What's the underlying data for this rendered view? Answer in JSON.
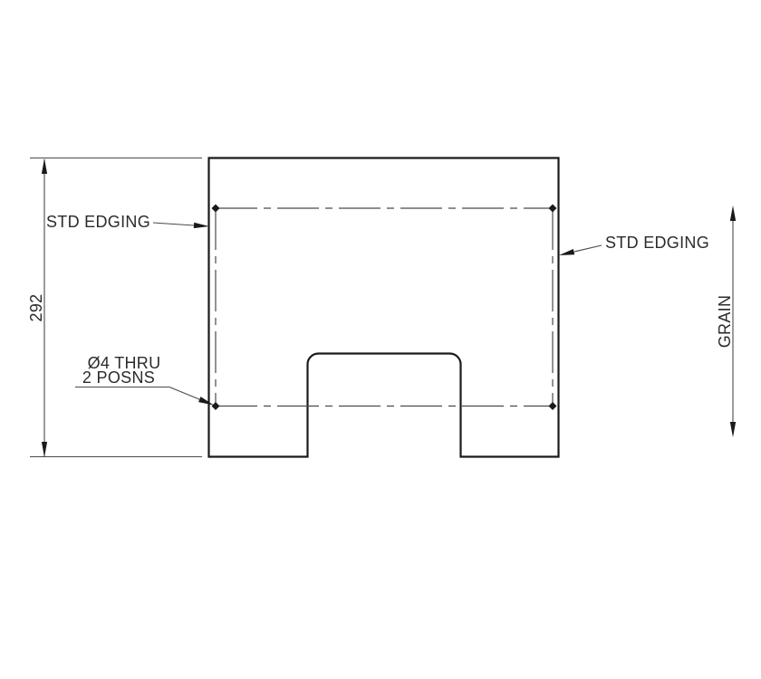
{
  "drawing": {
    "title_hint": "panel-part-drawing",
    "colors": {
      "background": "#ffffff",
      "outline": "#1a1a1a",
      "thin_line": "#4a4a4a",
      "text": "#2b2b2b"
    },
    "dimensions": {
      "height": "292"
    },
    "labels": {
      "edging_left": "STD EDGING",
      "edging_right": "STD EDGING",
      "hole_note_line1": "Ø4 THRU",
      "hole_note_line2": "2 POSNS",
      "grain": "GRAIN"
    }
  }
}
